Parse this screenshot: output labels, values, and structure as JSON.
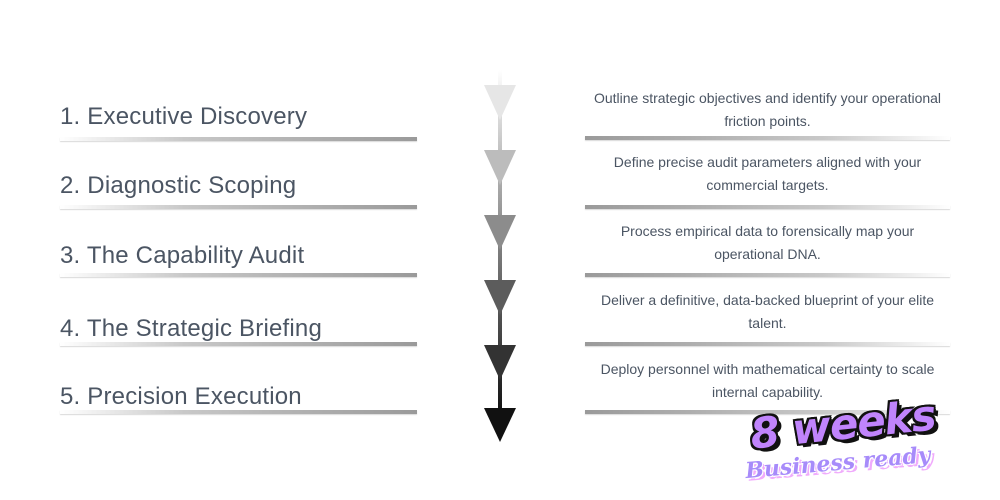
{
  "steps": [
    {
      "title": "1. Executive Discovery",
      "description": "Outline strategic objectives and identify your operational friction points."
    },
    {
      "title": "2. Diagnostic Scoping",
      "description": "Define precise audit parameters aligned with your commercial targets."
    },
    {
      "title": "3. The Capability Audit",
      "description": "Process empirical data to forensically map your operational DNA."
    },
    {
      "title": "4.  The Strategic Briefing",
      "description": "Deliver a definitive, data-backed blueprint of your elite talent."
    },
    {
      "title": "5. Precision Execution",
      "description": "Deploy personnel with mathematical certainty to scale internal capability."
    }
  ],
  "badge": {
    "top": "8 weeks",
    "bottom": "Business ready"
  },
  "colors": {
    "text": "#4b5563",
    "rule": "#9a9a9a",
    "arrow_light": "#e5e5e5",
    "arrow_dark": "#111111",
    "badge_purple": "#c084fc",
    "badge_pink": "#f0abfc"
  }
}
